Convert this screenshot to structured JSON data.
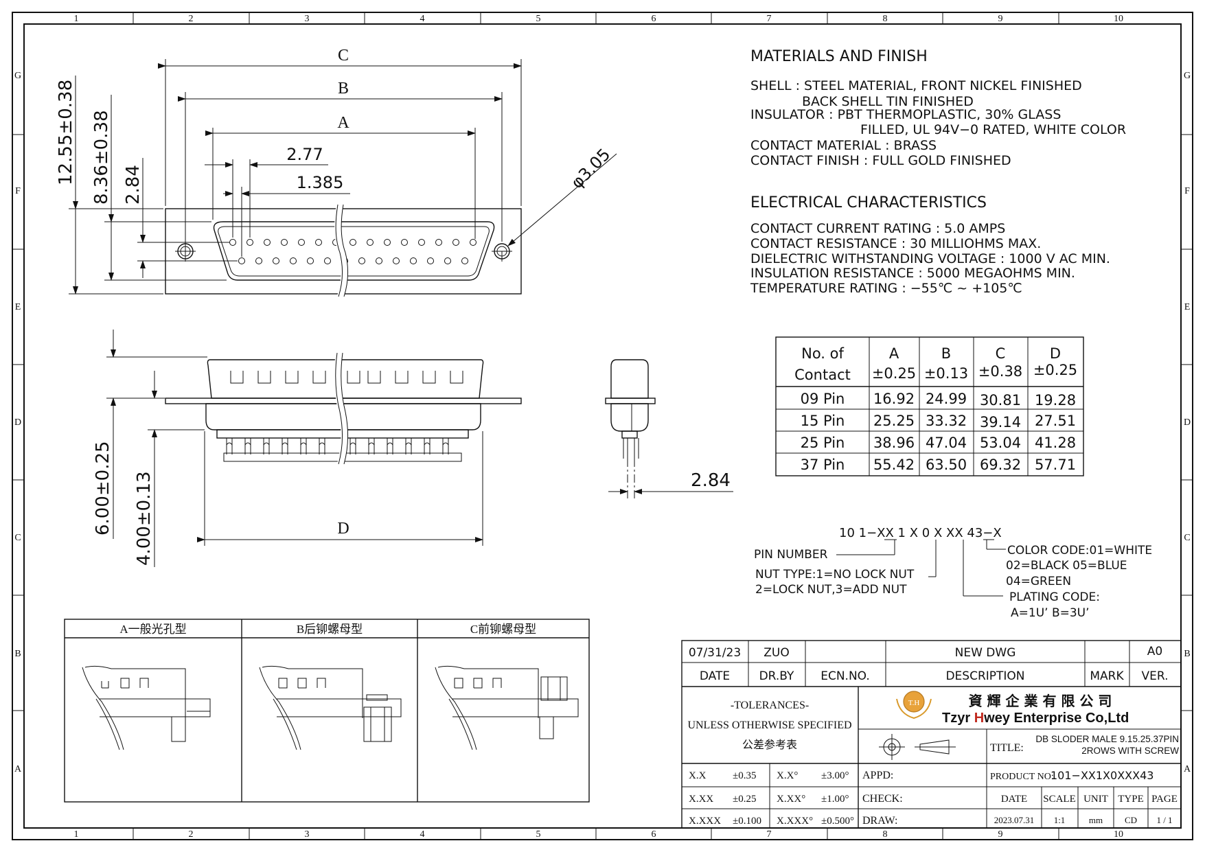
{
  "frame": {
    "columns": [
      "1",
      "2",
      "3",
      "4",
      "5",
      "6",
      "7",
      "8",
      "9",
      "10"
    ],
    "rows": [
      "G",
      "F",
      "E",
      "D",
      "C",
      "B",
      "A"
    ]
  },
  "dims": {
    "c": "C",
    "b": "B",
    "a": "A",
    "d": "D",
    "pitch": "2.77",
    "half_pitch": "1.385",
    "hole": "φ3.05",
    "h1": "12.55±0.38",
    "h2": "8.36±0.38",
    "h3": "2.84",
    "v1": "6.00±0.25",
    "v2": "4.00±0.13",
    "side": "2.84"
  },
  "materials": {
    "title": "MATERIALS AND FINISH",
    "lines": [
      "SHELL : STEEL MATERIAL, FRONT NICKEL FINISHED",
      "BACK SHELL TIN FINISHED",
      "INSULATOR : PBT THERMOPLASTIC, 30% GLASS",
      "FILLED, UL 94V−0 RATED, WHITE   COLOR",
      "CONTACT MATERIAL : BRASS",
      "CONTACT FINISH : FULL GOLD FINISHED"
    ]
  },
  "electrical": {
    "title": "ELECTRICAL CHARACTERISTICS",
    "lines": [
      "CONTACT CURRENT RATING : 5.0 AMPS",
      "CONTACT RESISTANCE : 30 MILLIOHMS MAX.",
      "DIELECTRIC WITHSTANDING VOLTAGE : 1000 V AC MIN.",
      "INSULATION RESISTANCE : 5000 MEGAOHMS MIN.",
      "TEMPERATURE RATING : −55℃ ~ +105℃"
    ]
  },
  "dim_table": {
    "header": [
      [
        "No. of",
        "Contact"
      ],
      [
        "A",
        "±0.25"
      ],
      [
        "B",
        "±0.13"
      ],
      [
        "C",
        "±0.38"
      ],
      [
        "D",
        "±0.25"
      ]
    ],
    "rows": [
      [
        "09 Pin",
        "16.92",
        "24.99",
        "30.81",
        "19.28"
      ],
      [
        "15 Pin",
        "25.25",
        "33.32",
        "39.14",
        "27.51"
      ],
      [
        "25 Pin",
        "38.96",
        "47.04",
        "53.04",
        "41.28"
      ],
      [
        "37 Pin",
        "55.42",
        "63.50",
        "69.32",
        "57.71"
      ]
    ]
  },
  "part_number": {
    "code": "10 1−XX 1 X 0 X XX 43−X",
    "pin_number": "PIN NUMBER",
    "nut1": "NUT TYPE:1=NO LOCK NUT",
    "nut2": "2=LOCK NUT,3=ADD NUT",
    "color1": "COLOR CODE:01=WHITE",
    "color2": "02=BLACK 05=BLUE",
    "color3": "04=GREEN",
    "plating1": "PLATING CODE:",
    "plating2": "A=1U’ B=3U’"
  },
  "variants": [
    "A一般光孔型",
    "B后铆螺母型",
    "C前铆螺母型"
  ],
  "title_block": {
    "date_val": "07/31/23",
    "drby_val": "ZUO",
    "desc_val": "NEW DWG",
    "ver_val": "A0",
    "date_h": "DATE",
    "drby_h": "DR.BY",
    "ecn_h": "ECN.NO.",
    "desc_h": "DESCRIPTION",
    "mark_h": "MARK",
    "ver_h": "VER.",
    "tol1": "-TOLERANCES-",
    "tol2": "UNLESS OTHERWISE SPECIFIED",
    "tol3": "公差参考表",
    "logo": "T.H",
    "company_cn": "資 輝 企 業 有 限 公 司",
    "company_pre": "Tzyr ",
    "company_h": "H",
    "company_post": "wey Enterprise Co,Ltd",
    "title_label": "TITLE:",
    "title1": "DB SLODER MALE 9.15.25.37PIN",
    "title2": "2ROWS WITH SCREW",
    "tol_rows": [
      [
        "X.X",
        "±0.35",
        "X.X°",
        "±3.00°"
      ],
      [
        "X.XX",
        "±0.25",
        "X.XX°",
        "±1.00°"
      ],
      [
        "X.XXX",
        "±0.100",
        "X.XXX°",
        "±0.500°"
      ]
    ],
    "appd": "APPD:",
    "check": "CHECK:",
    "draw": "DRAW:",
    "product_label": "PRODUCT NO:",
    "product_no": "101−XX1X0XXX43",
    "col_heads": [
      "DATE",
      "SCALE",
      "UNIT",
      "TYPE",
      "PAGE"
    ],
    "col_vals": [
      "2023.07.31",
      "1:1",
      "mm",
      "CD",
      "1 / 1"
    ]
  }
}
